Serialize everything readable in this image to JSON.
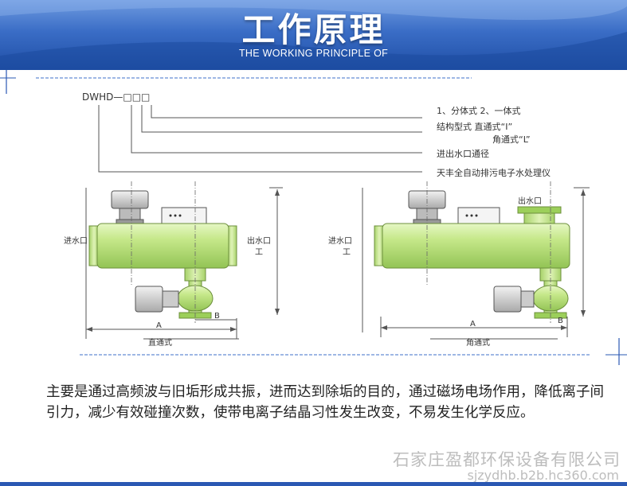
{
  "header": {
    "title": "工作原理",
    "subtitle": "THE WORKING PRINCIPLE OF"
  },
  "diagram": {
    "model_code": "DWHD—□□□",
    "legend": [
      "1、分体式  2、一体式",
      "结构型式   直通式“I”",
      "角通式“L”",
      "进出水口通径",
      "天丰全自动排污电子水处理仪"
    ],
    "left": {
      "inlet_label": "进水口",
      "outlet_label": "出水口",
      "outlet_sub": "工",
      "dim_a": "A",
      "dim_b": "B",
      "caption": "直通式"
    },
    "right": {
      "inlet_label": "进水口",
      "inlet_sub": "工",
      "outlet_label": "出水口",
      "dim_a": "A",
      "dim_b": "B",
      "caption": "角通式"
    }
  },
  "description": "主要是通过高频波与旧垢形成共振，进而达到除垢的目的，通过磁场电场作用，降低离子间引力，减少有效碰撞次数，使带电离子结晶习性发生改变，不易发生化学反应。",
  "watermark": {
    "company": "石家庄盈都环保设备有限公司",
    "url": "sjzydhb.b2b.hc360.com"
  },
  "colors": {
    "header_blue": "#2a58b3",
    "body_green": "#c6e88a",
    "pipe_green": "#b7dc78",
    "dash_blue": "#3d6fc9"
  }
}
